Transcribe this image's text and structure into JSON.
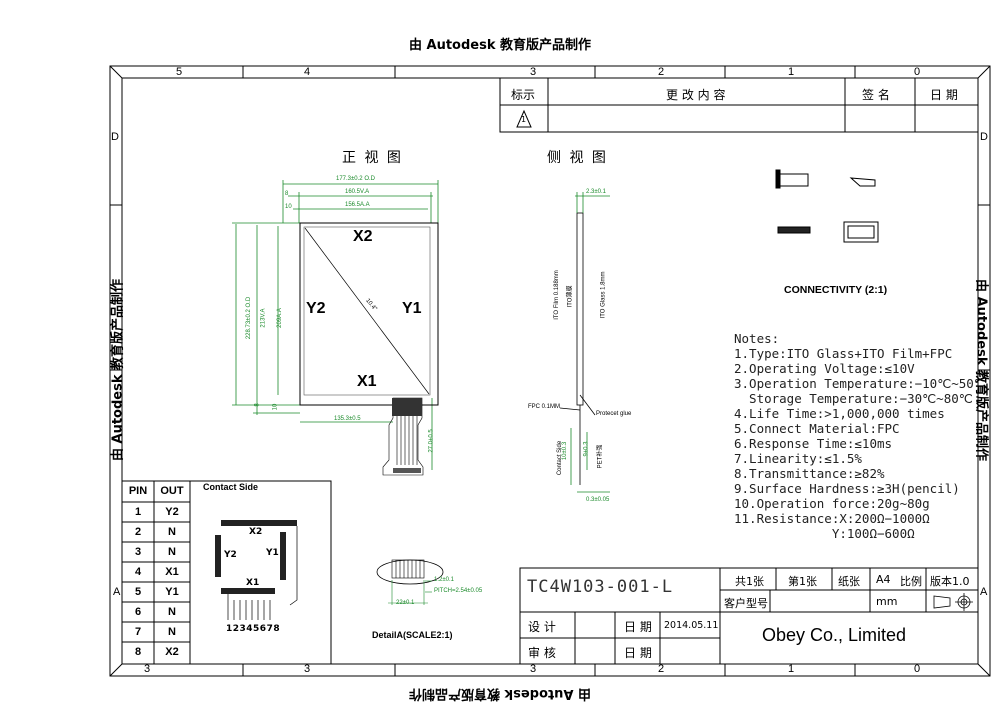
{
  "watermark": "由 Autodesk 教育版产品制作",
  "zones": {
    "columns_top": [
      "5",
      "4",
      "3",
      "2",
      "1",
      "0"
    ],
    "columns_bottom": [
      "3",
      "3",
      "3",
      "2",
      "1",
      "0"
    ],
    "rows_left": [
      "D",
      "A"
    ],
    "rows_right": [
      "D",
      "A"
    ]
  },
  "revision": {
    "col_mark": "标示",
    "col_content": "更 改 内 容",
    "col_sign": "签 名",
    "col_date": "日 期",
    "mark_1": "1"
  },
  "views": {
    "front_title": "正 视 图",
    "side_title": "侧 视 图"
  },
  "front": {
    "dim_od_w": "177.3±0.2 O.D",
    "dim_va_w": "160.5V.A",
    "dim_aa_w": "156.5A.A",
    "dim_left1": "8",
    "dim_left2": "10",
    "dim_od_h": "228.73±0.2 O.D",
    "dim_va_h": "213V.A",
    "dim_aa_h": "209A.A",
    "dim_bottom1": "8",
    "dim_bottom2": "10",
    "dim_fpc_pos": "135.3±0.5",
    "dim_fpc_len": "27.0±0.5",
    "diag": "10.4\"",
    "x2": "X2",
    "x1": "X1",
    "y1": "Y1",
    "y2": "Y2"
  },
  "side": {
    "dim_thick": "2.3±0.1",
    "ito_film": "ITO Film 0.188mm",
    "ito_film_cn": "ITO薄膜",
    "ito_glass": "ITO Glass 1.8mm",
    "fpc": "FPC 0.1MM",
    "protect": "Protecet glue",
    "contact": "Contact Side",
    "dim_a": "10±0.3",
    "dim_b": "9±0.3",
    "stiff": "PET补强",
    "dim_c": "0.3±0.05"
  },
  "connectivity": {
    "label": "CONNECTIVITY (2:1)"
  },
  "notes": {
    "title": "Notes:",
    "items": [
      "1.Type:ITO Glass+ITO Film+FPC",
      "2.Operating Voltage:≤10V",
      "3.Operation Temperature:−10℃~50℃",
      "  Storage Temperature:−30℃~80℃",
      "4.Life Time:>1,000,000 times",
      "5.Connect Material:FPC",
      "6.Response Time:≤10ms",
      "7.Linearity:≤1.5%",
      "8.Transmittance:≥82%",
      "9.Surface Hardness:≥3H(pencil)",
      "10.Operation force:20g~80g",
      "11.Resistance:X:200Ω−1000Ω",
      "             Y:100Ω−600Ω"
    ]
  },
  "pin_table": {
    "header_pin": "PIN",
    "header_out": "OUT",
    "rows": [
      {
        "pin": "1",
        "out": "Y2"
      },
      {
        "pin": "2",
        "out": "N"
      },
      {
        "pin": "3",
        "out": "N"
      },
      {
        "pin": "4",
        "out": "X1"
      },
      {
        "pin": "5",
        "out": "Y1"
      },
      {
        "pin": "6",
        "out": "N"
      },
      {
        "pin": "7",
        "out": "N"
      },
      {
        "pin": "8",
        "out": "X2"
      }
    ]
  },
  "contact_side": {
    "title": "Contact Side",
    "x2": "X2",
    "x1": "X1",
    "y2": "Y2",
    "y1": "Y1",
    "pins": "12345678"
  },
  "detail": {
    "label": "DetailA(SCALE2:1)",
    "dim_a": "1.2±0.1",
    "dim_pitch": "PITCH=2.54±0.05",
    "dim_b": "22±0.1"
  },
  "title_block": {
    "part_no": "TC4W103-001-L",
    "total_sheets": "共1张",
    "sheet_no": "第1张",
    "paper": "纸张",
    "size": "A4",
    "ratio": "比例",
    "version": "版本1.0",
    "customer_model": "客户型号",
    "unit": "mm",
    "design": "设 计",
    "date_label": "日 期",
    "date_value": "2014.05.11",
    "review": "审 核",
    "date_label2": "日 期",
    "company": "Obey Co., Limited"
  }
}
